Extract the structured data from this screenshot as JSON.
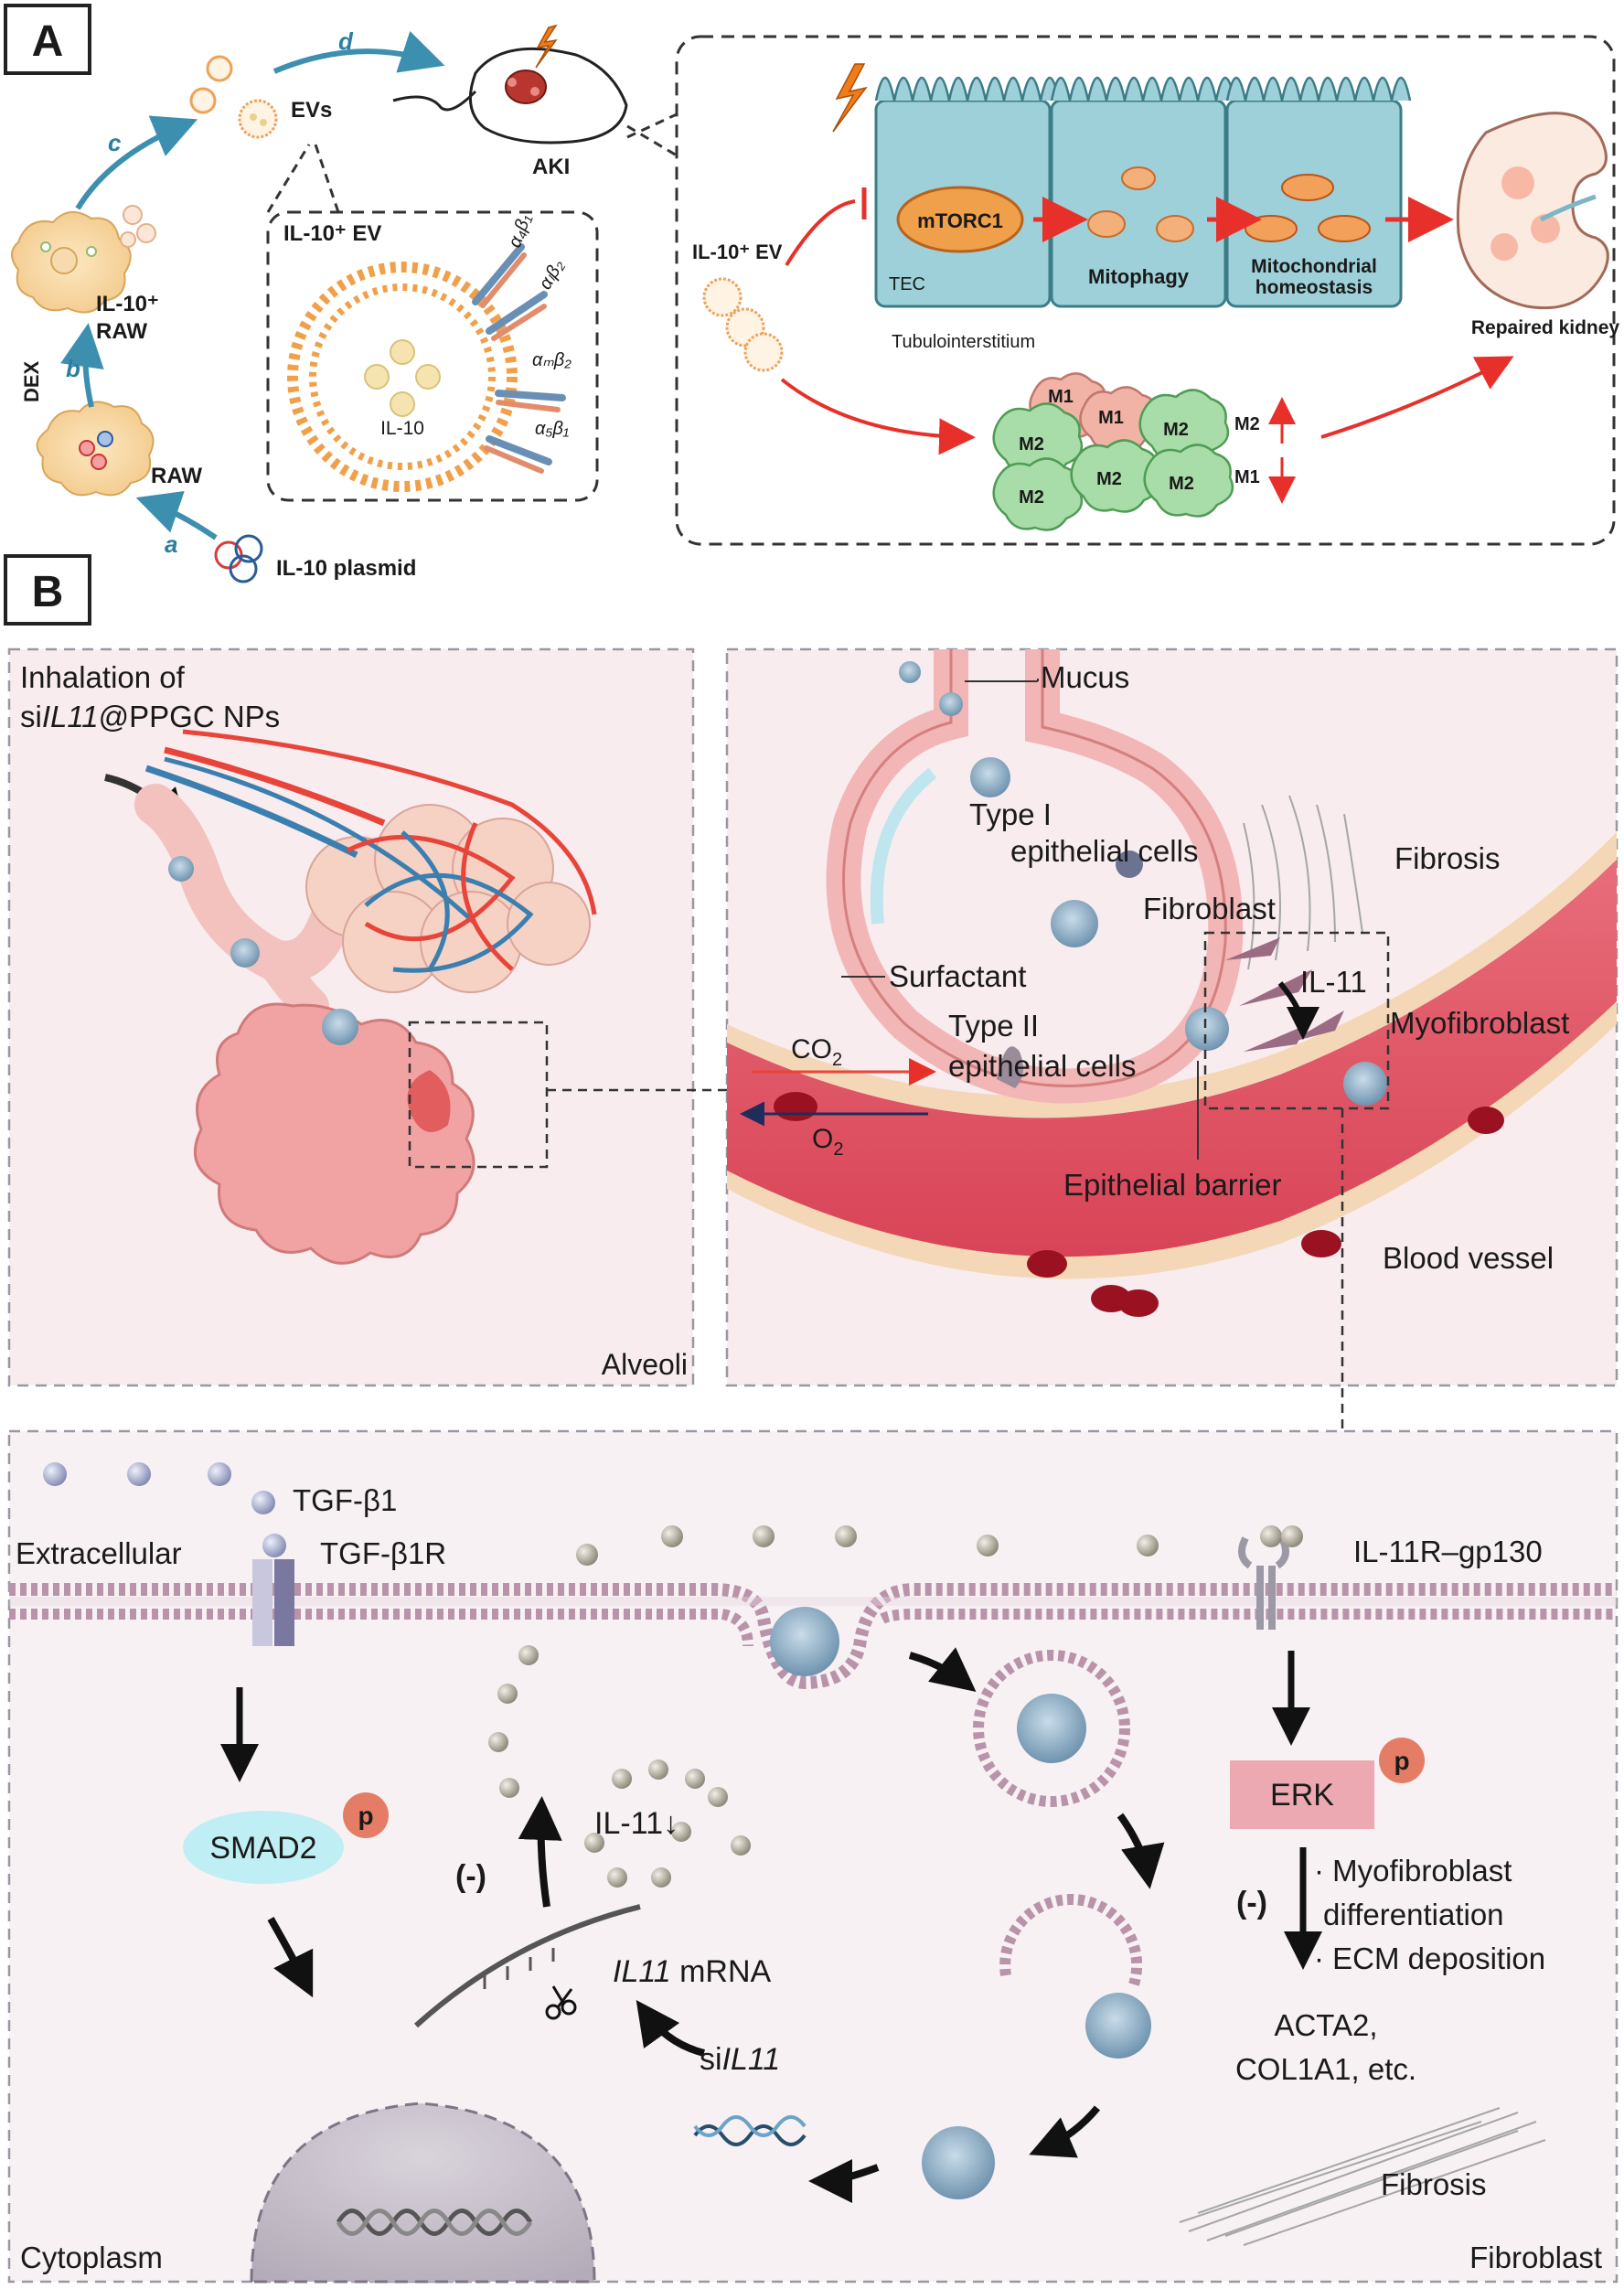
{
  "panel_a": {
    "tag": "A",
    "steps": [
      "a",
      "b",
      "c",
      "d"
    ],
    "dex": "DEX",
    "il10_plasmid": "IL-10 plasmid",
    "raw": "RAW",
    "il10_raw_1": "IL-10⁺",
    "il10_raw_2": "RAW",
    "evs": "EVs",
    "aki": "AKI",
    "il10_ev_title": "IL-10⁺ EV",
    "il10_center": "IL-10",
    "integrins": [
      "α₄β₁",
      "αₗβ₂",
      "αₘβ₂",
      "α₅β₁"
    ],
    "il10_ev_right": "IL-10⁺ EV",
    "mtorc1": "mTORC1",
    "tec": "TEC",
    "mitophagy": "Mitophagy",
    "mito_homeo_1": "Mitochondrial",
    "mito_homeo_2": "homeostasis",
    "tubulo": "Tubulointerstitium",
    "repaired": "Repaired kidney",
    "m1": "M1",
    "m2": "M2"
  },
  "panel_b": {
    "tag": "B",
    "inhalation_1": "Inhalation of",
    "inhalation_2_prefix": "si",
    "inhalation_2_ital": "IL11",
    "inhalation_2_suffix": "@PPGC NPs",
    "alveoli": "Alveoli",
    "mucus": "Mucus",
    "type1_1": "Type I",
    "type1_2": "epithelial cells",
    "fibrosis_top": "Fibrosis",
    "fibroblast": "Fibroblast",
    "il11_top": "IL-11",
    "surfactant": "Surfactant",
    "myofibroblast": "Myofibroblast",
    "type2_1": "Type II",
    "type2_2": "epithelial cells",
    "co2": "CO",
    "co2_sub": "2",
    "o2": "O",
    "o2_sub": "2",
    "epithelial_barrier": "Epithelial barrier",
    "blood_vessel": "Blood vessel",
    "tgfb1": "TGF-β1",
    "extracellular": "Extracellular",
    "tgfb1r": "TGF-β1R",
    "il11r": "IL-11R–gp130",
    "smad2": "SMAD2",
    "p": "p",
    "erk": "ERK",
    "minus": "(-)",
    "il11_mid": "IL-11↓",
    "il11_mrna_ital": "IL11",
    "il11_mrna_suffix": " mRNA",
    "sil11_prefix": "si",
    "sil11_ital": "IL11",
    "bullet1_1": "· Myofibroblast",
    "bullet1_2": "differentiation",
    "bullet2": "· ECM deposition",
    "acta2": "ACTA2,",
    "col1a1": "COL1A1, etc.",
    "fibrosis_bottom": "Fibrosis",
    "cytoplasm": "Cytoplasm",
    "fibroblast_bottom": "Fibroblast"
  }
}
